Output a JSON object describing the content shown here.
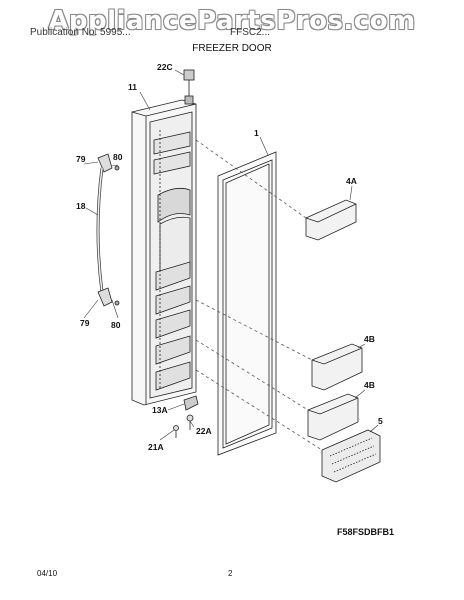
{
  "watermark": "AppliancePartsPros.com",
  "header": {
    "publication": "Publication No. 5995...",
    "model_fragment": "FFSC2...",
    "title": "FREEZER DOOR"
  },
  "callouts": {
    "c22C": "22C",
    "c11": "11",
    "c1": "1",
    "c79a": "79",
    "c80a": "80",
    "c18": "18",
    "c79b": "79",
    "c80b": "80",
    "c4A": "4A",
    "c4Ba": "4B",
    "c4Bb": "4B",
    "c5": "5",
    "c13A": "13A",
    "c21A": "21A",
    "c22A": "22A"
  },
  "footer": {
    "model_code": "F58FSDBFB1",
    "date": "04/10",
    "page_number": "2"
  }
}
